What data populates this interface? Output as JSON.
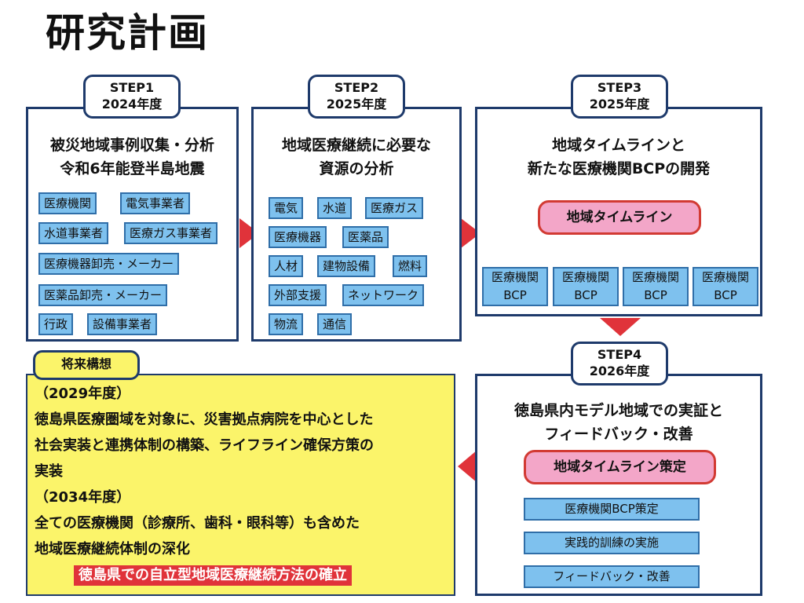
{
  "title": "研究計画",
  "step1": {
    "label_line1": "STEP1",
    "label_line2": "2024年度",
    "heading_line1": "被災地域事例収集・分析",
    "heading_line2": "令和6年能登半島地震",
    "tags": [
      "医療機関",
      "電気事業者",
      "水道事業者",
      "医療ガス事業者",
      "医療機器卸売・メーカー",
      "医薬品卸売・メーカー",
      "行政",
      "設備事業者"
    ]
  },
  "step2": {
    "label_line1": "STEP2",
    "label_line2": "2025年度",
    "heading_line1": "地域医療継続に必要な",
    "heading_line2": "資源の分析",
    "tags": [
      "電気",
      "水道",
      "医療ガス",
      "医療機器",
      "医薬品",
      "人材",
      "建物設備",
      "燃料",
      "外部支援",
      "ネットワーク",
      "物流",
      "通信"
    ]
  },
  "step3": {
    "label_line1": "STEP3",
    "label_line2": "2025年度",
    "heading_line1": "地域タイムラインと",
    "heading_line2": "新たな医療機関BCPの開発",
    "timeline": "地域タイムライン",
    "bcp_line1": "医療機関",
    "bcp_line2": "BCP"
  },
  "step4": {
    "label_line1": "STEP4",
    "label_line2": "2026年度",
    "heading_line1": "徳島県内モデル地域での実証と",
    "heading_line2": "フィードバック・改善",
    "timeline": "地域タイムライン策定",
    "items": [
      "医療機関BCP策定",
      "実践的訓練の実施",
      "フィードバック・改善"
    ]
  },
  "future": {
    "label": "将来構想",
    "lines": [
      "（2029年度）",
      "徳島県医療圏域を対象に、災害拠点病院を中心とした",
      "社会実装と連携体制の構築、ライフライン確保方策の",
      "実装",
      "（2034年度）",
      "全ての医療機関（診療所、歯科・眼科等）も含めた",
      "地域医療継続体制の深化"
    ],
    "conclusion": "徳島県での自立型地域医療継続方法の確立"
  },
  "colors": {
    "navy": "#1e3a6b",
    "tag_blue": "#7ec1ee",
    "pink": "#f3a6c8",
    "red": "#e0333a",
    "yellow": "#fbf46a",
    "connector_orange": "#e08a3c"
  }
}
